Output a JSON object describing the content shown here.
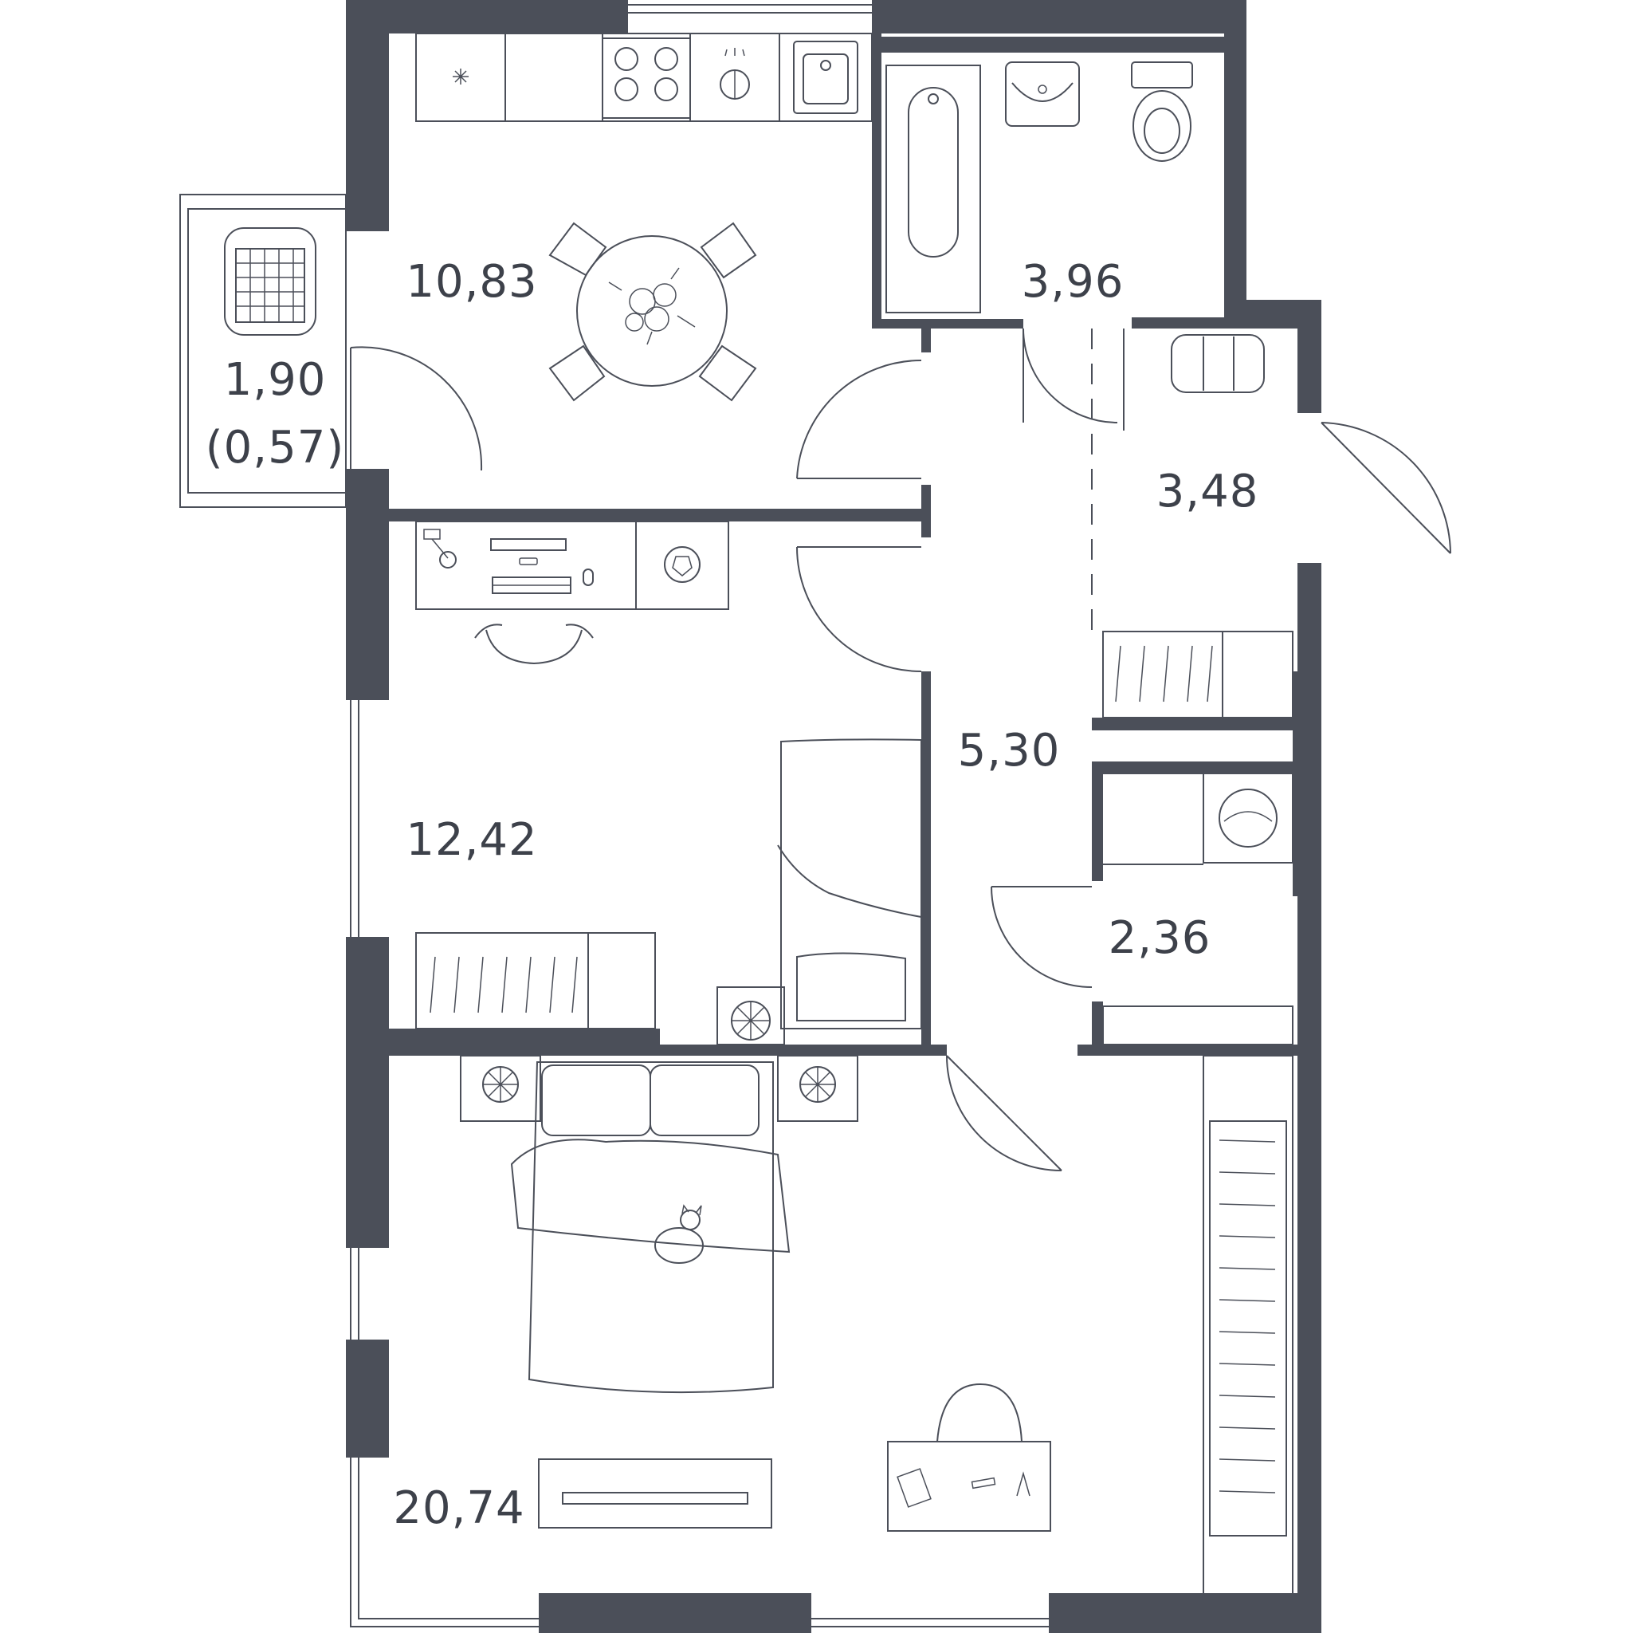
{
  "colors": {
    "wall": "#4b4f59",
    "line": "#4b4f59",
    "background": "#ffffff"
  },
  "rooms": {
    "kitchen": {
      "area": "10,83"
    },
    "bathroom": {
      "area": "3,96"
    },
    "balcony": {
      "area": "1,90",
      "area_reduced": "(0,57)"
    },
    "hall": {
      "area": "3,48"
    },
    "corridor": {
      "area": "5,30"
    },
    "bedroom_small": {
      "area": "12,42"
    },
    "storage": {
      "area": "2,36"
    },
    "bedroom_main": {
      "area": "20,74"
    }
  }
}
